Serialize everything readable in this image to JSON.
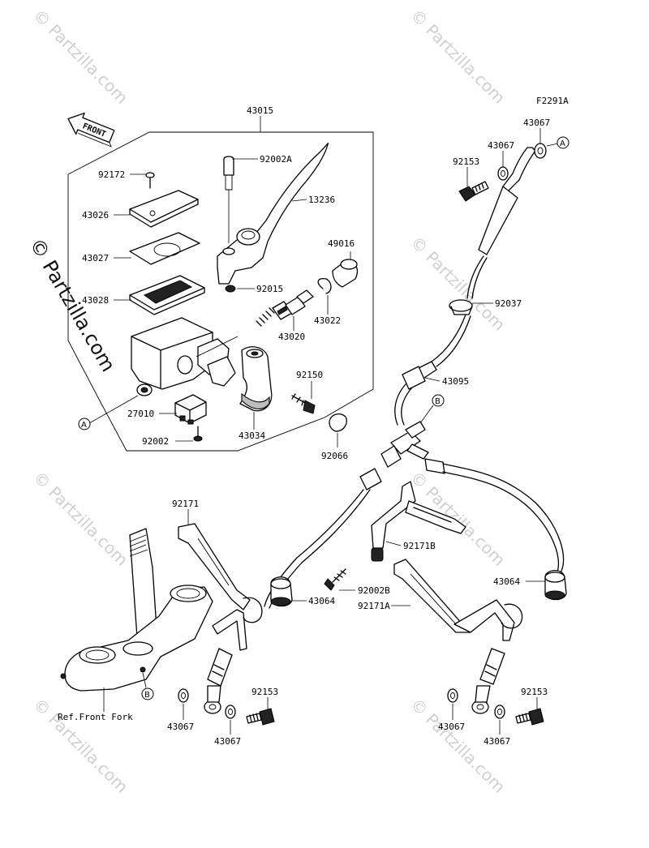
{
  "figure_code": "F2291A",
  "front_label": "FRONT",
  "watermark": "© Partzilla.com",
  "ref_front_fork": "Ref.Front Fork",
  "callouts": {
    "A": "A",
    "B": "B"
  },
  "parts": {
    "p43015": "43015",
    "p92002A": "92002A",
    "p13236": "13236",
    "p92172": "92172",
    "p43026": "43026",
    "p43027": "43027",
    "p49016": "49016",
    "p92015": "92015",
    "p43028": "43028",
    "p43022": "43022",
    "p43020": "43020",
    "p92150": "92150",
    "p27010": "27010",
    "p43034": "43034",
    "p92002": "92002",
    "p92066": "92066",
    "p43067_top1": "43067",
    "p43067_top2": "43067",
    "p92153_top": "92153",
    "p92037": "92037",
    "p43095": "43095",
    "p92171": "92171",
    "p92171B": "92171B",
    "p92002B": "92002B",
    "p43064_left": "43064",
    "p92171A": "92171A",
    "p43064_right": "43064",
    "p92153_left": "92153",
    "p43067_ll1": "43067",
    "p43067_ll2": "43067",
    "p92153_right": "92153",
    "p43067_lr1": "43067",
    "p43067_lr2": "43067"
  },
  "icons": {
    "front_arrow": "front-arrow-icon",
    "copyright": "copyright-symbol"
  }
}
